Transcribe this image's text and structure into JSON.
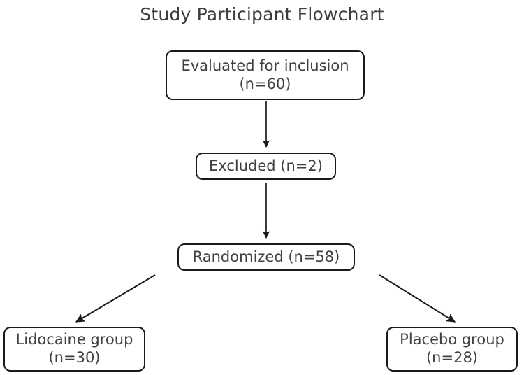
{
  "chart_data": {
    "type": "diagram",
    "diagram_kind": "flowchart",
    "title": "Study Participant Flowchart",
    "background_color": "#ffffff",
    "title_color": "#3c3c3c",
    "node_border_color": "#1a1a1a",
    "node_text_color": "#404040",
    "edge_color": "#1a1a1a",
    "nodes": [
      {
        "id": "evaluated",
        "label": "Evaluated for inclusion\n(n=60)",
        "line1": "Evaluated for inclusion",
        "line2": "(n=60)",
        "n": 60,
        "shape": "rounded-rect"
      },
      {
        "id": "excluded",
        "label": "Excluded (n=2)",
        "n": 2,
        "shape": "rounded-rect"
      },
      {
        "id": "randomized",
        "label": "Randomized (n=58)",
        "n": 58,
        "shape": "rounded-rect"
      },
      {
        "id": "lidocaine",
        "label": "Lidocaine group\n(n=30)",
        "line1": "Lidocaine group",
        "line2": "(n=30)",
        "n": 30,
        "shape": "rounded-rect"
      },
      {
        "id": "placebo",
        "label": "Placebo group\n(n=28)",
        "line1": "Placebo group",
        "line2": "(n=28)",
        "n": 28,
        "shape": "rounded-rect"
      }
    ],
    "edges": [
      {
        "from": "evaluated",
        "to": "excluded",
        "style": "straight-vertical",
        "arrow": "filled-triangle"
      },
      {
        "from": "excluded",
        "to": "randomized",
        "style": "straight-vertical",
        "arrow": "filled-triangle"
      },
      {
        "from": "randomized",
        "to": "lidocaine",
        "style": "diagonal-left",
        "arrow": "filled-triangle"
      },
      {
        "from": "randomized",
        "to": "placebo",
        "style": "diagonal-right",
        "arrow": "filled-triangle"
      }
    ]
  },
  "title": {
    "text": "Study Participant Flowchart"
  },
  "nodes": {
    "evaluated": {
      "text": "Evaluated for inclusion\n(n=60)"
    },
    "excluded": {
      "text": "Excluded (n=2)"
    },
    "randomized": {
      "text": "Randomized (n=58)"
    },
    "lidocaine": {
      "text": "Lidocaine group\n(n=30)"
    },
    "placebo": {
      "text": "Placebo group\n(n=28)"
    }
  }
}
